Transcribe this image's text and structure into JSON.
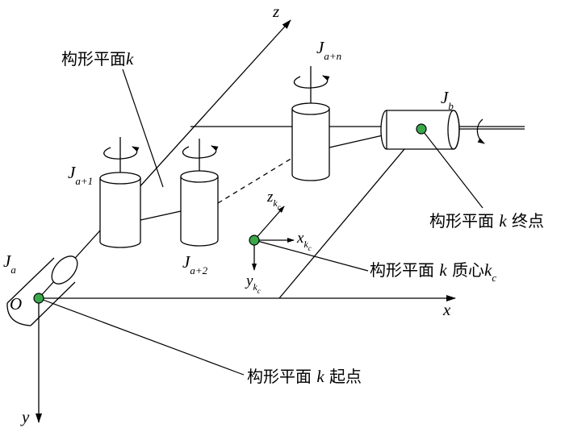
{
  "axes": {
    "x": "x",
    "y": "y",
    "z": "z",
    "origin": "O"
  },
  "joints": {
    "a": {
      "base": "J",
      "sub": "a"
    },
    "a1": {
      "base": "J",
      "sub": "a+1"
    },
    "a2": {
      "base": "J",
      "sub": "a+2"
    },
    "an": {
      "base": "J",
      "sub": "a+n"
    },
    "b": {
      "base": "J",
      "sub": "b"
    }
  },
  "frame_c": {
    "x": {
      "base": "x",
      "sub": "k",
      "subsub": "c"
    },
    "y": {
      "base": "y",
      "sub": "k",
      "subsub": "c"
    },
    "z": {
      "base": "z",
      "sub": "k",
      "subsub": "c"
    }
  },
  "labels": {
    "plane": {
      "text": "构形平面",
      "var": "k"
    },
    "end_point": {
      "pre": "构形平面 ",
      "var": "k",
      "post": " 终点"
    },
    "centroid": {
      "pre": "构形平面 ",
      "var": "k",
      "mid": " 质心",
      "var2": "k",
      "sub": "c"
    },
    "start_point": {
      "pre": "构形平面 ",
      "var": "k",
      "post": " 起点"
    }
  },
  "colors": {
    "node": "#3aa84a",
    "line": "#000000"
  }
}
